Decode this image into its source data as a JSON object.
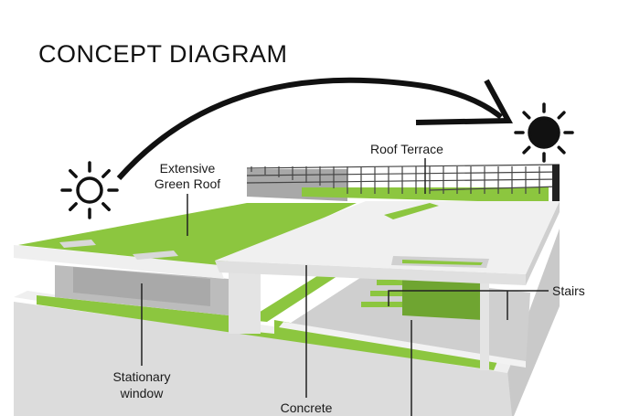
{
  "title": "CONCEPT DIAGRAM",
  "labels": {
    "roof_terrace": "Roof Terrace",
    "green_roof_1": "Extensive",
    "green_roof_2": "Green Roof",
    "stairs": "Stairs",
    "window_1": "Stationary",
    "window_2": "window",
    "concrete": "Concrete"
  },
  "colors": {
    "green": "#8cc63f",
    "concrete": "#e6e6e6",
    "shadow": "#bdbdbd",
    "ink": "#111111"
  },
  "icons": [
    "sun-outline-icon",
    "sun-filled-icon",
    "arc-arrow-icon"
  ]
}
